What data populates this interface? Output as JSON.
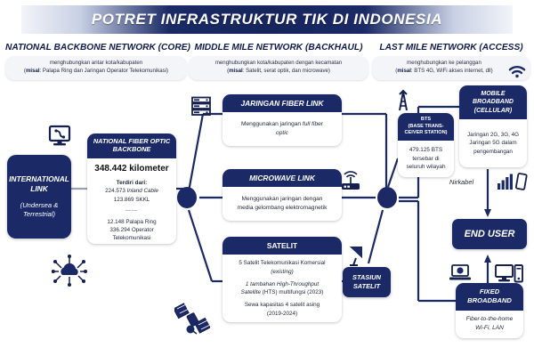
{
  "title": "POTRET INFRASTRUKTUR TIK DI INDONESIA",
  "colors": {
    "navy": "#1b2a66",
    "navy_dark": "#101c4a",
    "panel": "#f4f5f8",
    "white": "#ffffff"
  },
  "sections": [
    {
      "title": "NATIONAL BACKBONE NETWORK (CORE)",
      "sub_line1": "menghubungkan antar kota/kabupaten",
      "sub_label": "misal",
      "sub_line2": ": Palapa Ring dan Jaringan Operator Telekomunikasi)"
    },
    {
      "title": "MIDDLE MILE NETWORK (BACKHAUL)",
      "sub_line1": "menghubungkan kota/kabupaten dengan kecamatan",
      "sub_label": "misal",
      "sub_line2": ": Satelit, serat optik, dan microwave)"
    },
    {
      "title": "LAST MILE NETWORK (ACCESS)",
      "sub_line1": "menghubungkan ke pelanggan",
      "sub_label": "misal",
      "sub_line2": ": BTS 4G, WiFi akses internet, dll)"
    }
  ],
  "boxes": {
    "international_link": {
      "line1": "INTERNATIONAL",
      "line2": "LINK",
      "line3": "(Undersea &",
      "line4": "Terrestrial)"
    },
    "national_fiber": {
      "head_line1": "NATIONAL FIBER OPTIC",
      "head_line2": "BACKBONE",
      "headline": "348.442 kilometer",
      "terdiri_label": "Terdiri dari:",
      "item1_num": "224.573",
      "item1_name": "Inland Cable",
      "item2": "123.869 SKKL",
      "divider": "——",
      "item3": "12.148 Palapa Ring",
      "item4": "336.294 Operator Telekomunikasi"
    },
    "fiber_link": {
      "head_plain": "JARINGAN ",
      "head_italic": "FIBER LINK",
      "body_line1": "Menggunakan jaringan ",
      "body_italic": "full fiber",
      "body_line2": "optic"
    },
    "microwave_link": {
      "head": "MICROWAVE LINK",
      "body_line1": "Menggunakan jaringan dengan",
      "body_line2": "media gelombang elektromagnetik"
    },
    "satelit": {
      "head": "SATELIT",
      "body_line1": "5 Satelit Telekomunikasi Komersial",
      "body_line1b": "(existing)",
      "body_line2a": "1 tambahan ",
      "body_line2b": "High-Throughput",
      "body_line2c": "Satellite",
      "body_line2d": " (HTS) multifungsi (2023)",
      "body_line3": "Sewa kapasitas 4 satelit asing",
      "body_line3b": "(2019-2024)"
    },
    "bts": {
      "head_line1": "BTS",
      "head_line2": "(BASE TRANS-",
      "head_line3": "CEIVER STATION)",
      "body_line1": "479.125 BTS",
      "body_line2": "tersebar di",
      "body_line3": "seluruh wilayah"
    },
    "stasiun_satelit": {
      "line1": "STASIUN",
      "line2": "SATELIT"
    },
    "mobile_broadband": {
      "head_line1": "MOBILE",
      "head_line2": "BROADBAND",
      "head_line3": "(CELLULAR)",
      "body_line1": "Jaringan 2G, 3G, 4G",
      "body_line2": "Jaringan 5G dalam",
      "body_line3": "pengembangan"
    },
    "end_user": {
      "label": "END USER"
    },
    "fixed_broadband": {
      "head_line1": "FIXED",
      "head_line2": "BROADBAND",
      "body_line1": "Fiber-to-the-home",
      "body_line2": "Wi-Fi, LAN"
    }
  },
  "labels": {
    "nirkabel": "Nirkabel"
  },
  "icons": {
    "wifi": "wifi-icon",
    "monitor": "desktop-monitor-icon",
    "server": "server-rack-icon",
    "router": "router-antenna-icon",
    "satellite": "satellite-orbit-icon",
    "dish": "satellite-dish-icon",
    "tower": "cell-tower-icon",
    "cloud_network": "cloud-network-icon",
    "signal_bars": "signal-bars-icon",
    "mobile_phone": "mobile-phone-icon",
    "laptop": "laptop-icon",
    "desktop_tower": "desktop-pc-icon"
  }
}
